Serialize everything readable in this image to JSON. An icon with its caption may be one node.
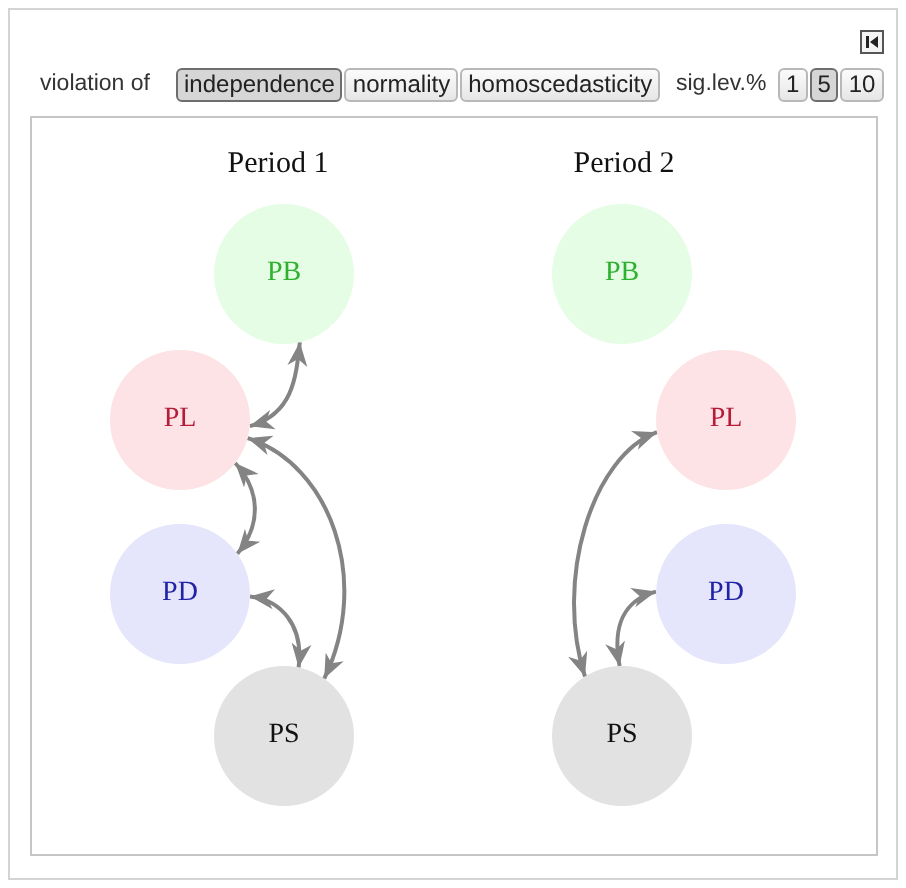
{
  "diagram": {
    "nodes": [
      {
        "text": [
          "PB"
        ]
      },
      {
        "text": [
          "PL"
        ]
      },
      {
        "text": [
          "PD"
        ]
      },
      {
        "text": [
          "PS"
        ]
      },
      {
        "text": [
          "PB"
        ]
      },
      {
        "text": [
          "PL"
        ]
      },
      {
        "text": [
          "PD"
        ]
      },
      {
        "text": [
          "PS"
        ]
      }
    ],
    "edges": [
      {
        "from": 0,
        "to": 1,
        "arrow": "both"
      },
      {
        "from": 1,
        "to": 2,
        "arrow": "both"
      },
      {
        "from": 1,
        "to": 3,
        "arrow": "both"
      },
      {
        "from": 2,
        "to": 3,
        "arrow": "both"
      },
      {
        "from": 5,
        "to": 7,
        "arrow": "both"
      },
      {
        "from": 6,
        "to": 7,
        "arrow": "both"
      }
    ],
    "labels": [
      "violation of",
      "independence",
      "normality",
      "homoscedasticity",
      "sig.lev.%",
      "1",
      "5",
      "10",
      "Period 1",
      "Period 2"
    ]
  }
}
